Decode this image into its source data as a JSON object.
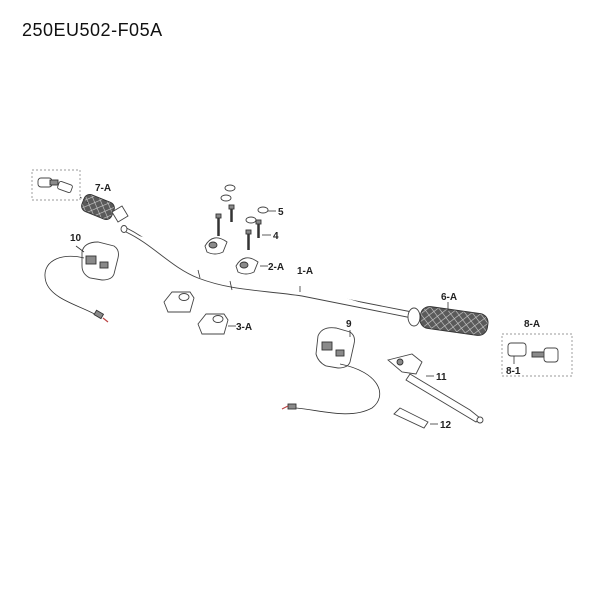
{
  "diagram": {
    "code": "250EU502-F05A",
    "callouts": {
      "c7A": "7-A",
      "c10": "10",
      "c5": "5",
      "c4": "4",
      "c2A": "2-A",
      "c1A": "1-A",
      "c3A": "3-A",
      "c6A": "6-A",
      "c8A": "8-A",
      "c81": "8-1",
      "c9": "9",
      "c11": "11",
      "c12": "12"
    }
  }
}
